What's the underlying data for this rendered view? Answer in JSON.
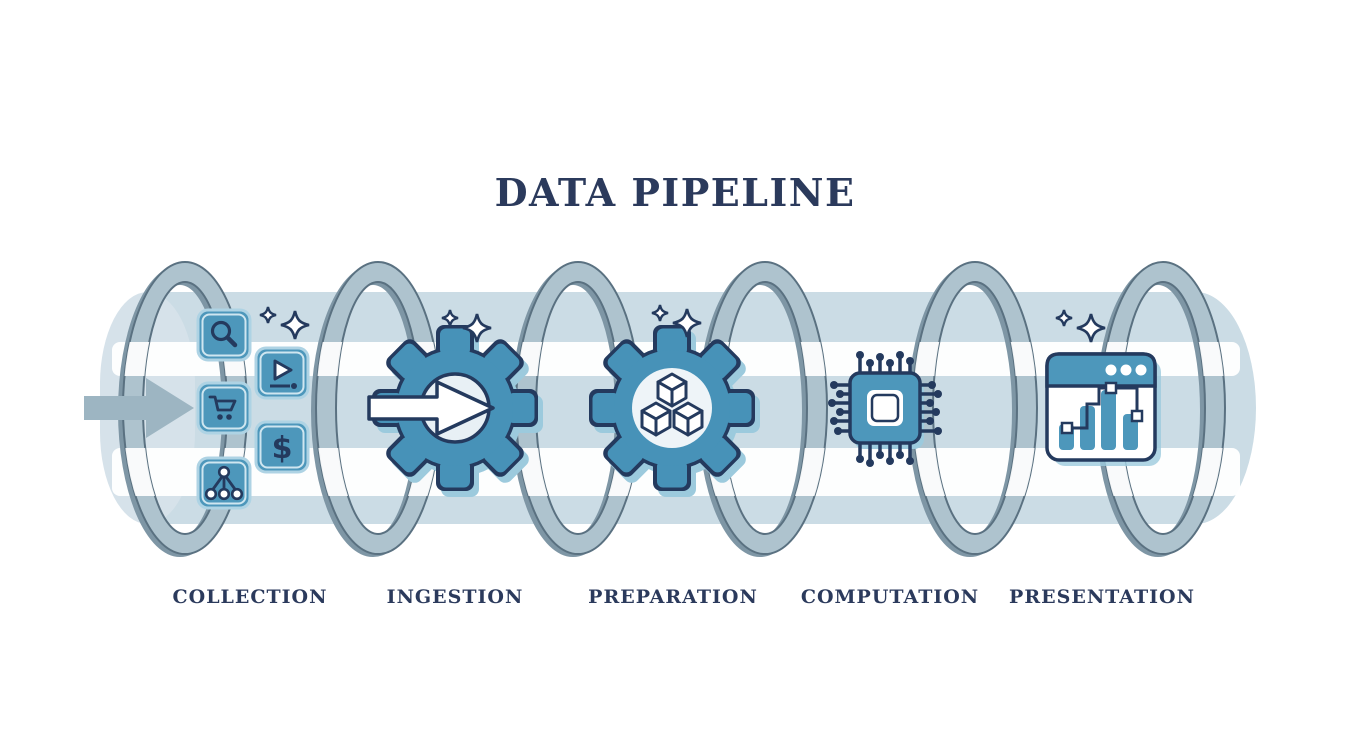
{
  "title": "DATA PIPELINE",
  "stages": [
    {
      "label": "COLLECTION",
      "icon": "data-source-tiles-icon"
    },
    {
      "label": "INGESTION",
      "icon": "gear-with-arrow-icon"
    },
    {
      "label": "PREPARATION",
      "icon": "gear-with-cubes-icon"
    },
    {
      "label": "COMPUTATION",
      "icon": "cpu-chip-icon"
    },
    {
      "label": "PRESENTATION",
      "icon": "analytics-window-icon"
    }
  ],
  "collection_icons": {
    "tiles": [
      "search-icon",
      "play-video-icon",
      "shopping-cart-icon",
      "dollar-icon",
      "hierarchy-icon"
    ],
    "dollar_glyph": "$"
  },
  "decorations": {
    "flow_arrow_direction": "right",
    "sparkles_on": [
      "collection",
      "ingestion",
      "preparation",
      "presentation"
    ],
    "ring_count": 6
  },
  "colors": {
    "text_navy": "#2b3a5c",
    "outline_navy": "#243a5e",
    "icon_blue": "#4792b8",
    "tile_blue": "#4d97bb",
    "pipe_blue": "#cbdce5",
    "ring_gray_blue": "#aec3ce",
    "ring_shade": "#7e96a5",
    "soft_shadow_blue": "#9ccadd",
    "arrow_gray": "#9db5c2",
    "white": "#ffffff"
  }
}
